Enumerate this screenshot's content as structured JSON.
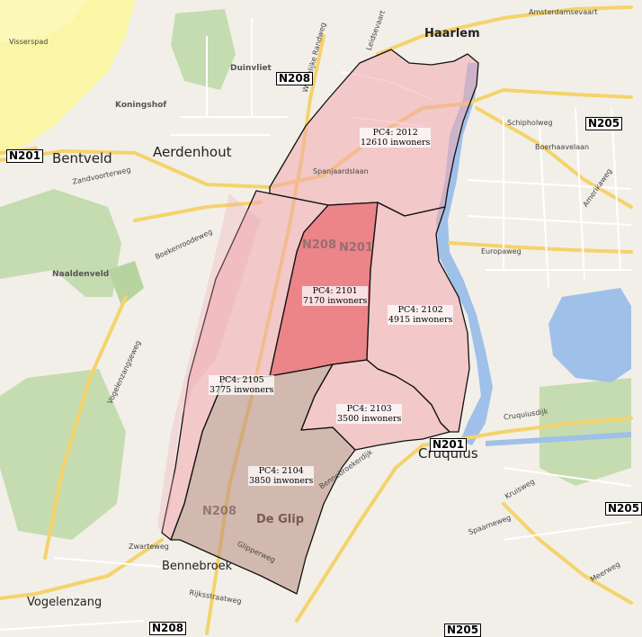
{
  "colors": {
    "background": "#f2efe9",
    "dunes": "#faf6a6",
    "forest": "#c5dcb0",
    "water": "#9fc0e9",
    "major_road": "#f5d36b",
    "minor_road": "#ffffff",
    "district_fill": "#f2a7ae",
    "district_highlight": "#e8585f",
    "district_brown": "#b88c7f",
    "district_stroke": "#111111"
  },
  "places": {
    "haarlem": "Haarlem",
    "bentveld": "Bentveld",
    "aerdenhout": "Aerdenhout",
    "cruquius": "Cruquius",
    "bennebroek": "Bennebroek",
    "vogelenzang": "Vogelenzang",
    "de_glip": "De Glip",
    "koningshof": "Koningshof",
    "naaldenveld": "Naaldenveld",
    "duinvliet": "Duinvliet"
  },
  "shields": {
    "n208_top": "N208",
    "n201_left": "N201",
    "n205_right": "N205",
    "n201_bottom": "N201",
    "n205_far_right": "N205",
    "n208_bottom": "N208",
    "n205_bottom": "N205"
  },
  "road_marks": {
    "n208_mid": "N208",
    "n201_mid": "N201",
    "n208_low": "N208"
  },
  "streets": {
    "amsterdamsevaart": "Amsterdamsevaart",
    "schipholweg": "Schipholweg",
    "europaweg": "Europaweg",
    "zandvoorterweg": "Zandvoorterweg",
    "spanjaardslaan": "Spanjaardslaan",
    "boekenroodeweg": "Boekenroodeweg",
    "vogelenzangseweg": "Vogelenzangseweg",
    "cruquiusdijk": "Cruquiusdijk",
    "spaarneweg": "Spaarneweg",
    "kruisweg": "Kruisweg",
    "zwarteweg": "Zwarteweg",
    "bennebroekerdijk": "Bennebroekerdijk",
    "leidsevaart": "Leidsevaart",
    "glipperweg": "Glipperweg",
    "rijksstraatweg": "Rijksstraatweg",
    "amerikaweg": "Amerikaweg",
    "boerhaavelaan": "Boerhaavelaan",
    "meerweg": "Meerweg",
    "visserspad": "Visserspad",
    "westelijke_randweg": "Westelijke Randweg"
  },
  "districts": [
    {
      "id": "2012",
      "code": "PC4: 2012",
      "pop": "12610 inwoners"
    },
    {
      "id": "2101",
      "code": "PC4: 2101",
      "pop": "7170 inwoners"
    },
    {
      "id": "2102",
      "code": "PC4: 2102",
      "pop": "4915 inwoners"
    },
    {
      "id": "2105",
      "code": "PC4: 2105",
      "pop": "3775 inwoners"
    },
    {
      "id": "2103",
      "code": "PC4: 2103",
      "pop": "3500 inwoners"
    },
    {
      "id": "2104",
      "code": "PC4: 2104",
      "pop": "3850 inwoners"
    }
  ]
}
